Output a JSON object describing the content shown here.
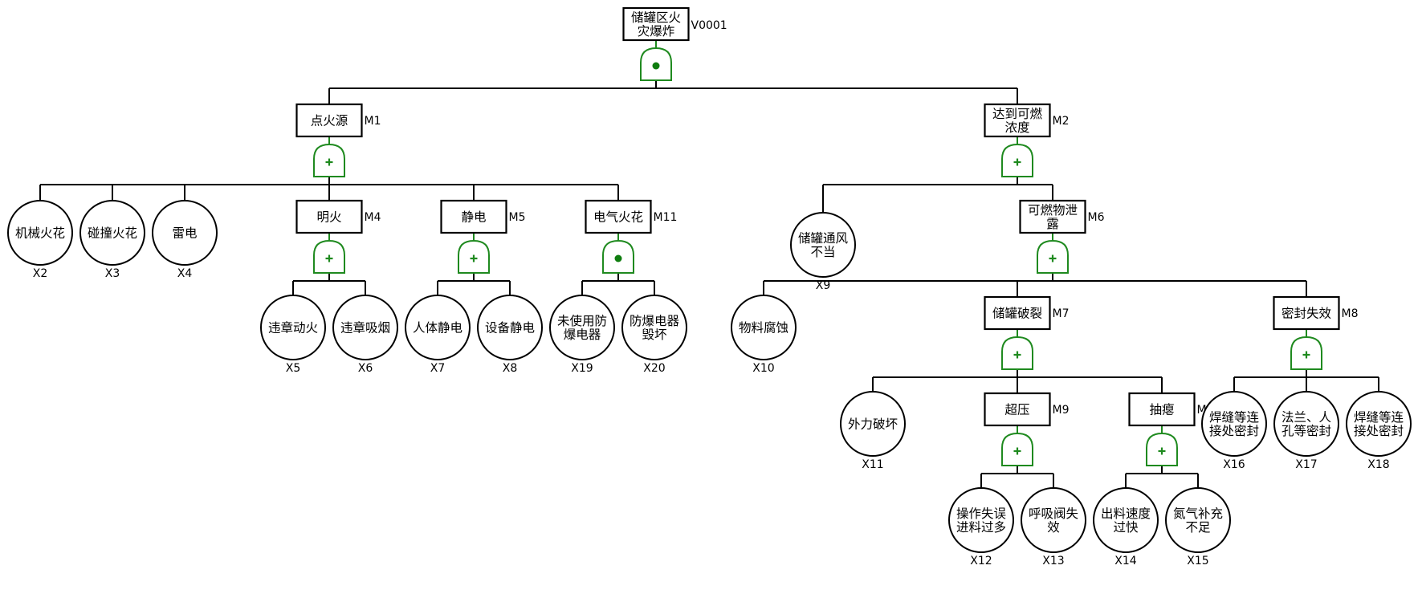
{
  "diagram": {
    "type": "fault-tree",
    "colors": {
      "gate": "#1f8a1f",
      "gate_symbol": "#0f7d0f",
      "line": "#000000",
      "background": "#ffffff"
    },
    "events": [
      {
        "id": "V0001",
        "kind": "top",
        "lines": [
          "储罐区火",
          "灾爆炸"
        ],
        "gate": "and"
      },
      {
        "id": "M1",
        "kind": "intermediate",
        "parent": "V0001",
        "lines": [
          "点火源"
        ],
        "gate": "or"
      },
      {
        "id": "M2",
        "kind": "intermediate",
        "parent": "V0001",
        "lines": [
          "达到可燃",
          "浓度"
        ],
        "gate": "or"
      },
      {
        "id": "X2",
        "kind": "basic",
        "parent": "M1",
        "lines": [
          "机械火花"
        ]
      },
      {
        "id": "X3",
        "kind": "basic",
        "parent": "M1",
        "lines": [
          "碰撞火花"
        ]
      },
      {
        "id": "X4",
        "kind": "basic",
        "parent": "M1",
        "lines": [
          "雷电"
        ]
      },
      {
        "id": "M4",
        "kind": "intermediate",
        "parent": "M1",
        "lines": [
          "明火"
        ],
        "gate": "or"
      },
      {
        "id": "M5",
        "kind": "intermediate",
        "parent": "M1",
        "lines": [
          "静电"
        ],
        "gate": "or"
      },
      {
        "id": "M11",
        "kind": "intermediate",
        "parent": "M1",
        "lines": [
          "电气火花"
        ],
        "gate": "and"
      },
      {
        "id": "X5",
        "kind": "basic",
        "parent": "M4",
        "lines": [
          "违章动火"
        ]
      },
      {
        "id": "X6",
        "kind": "basic",
        "parent": "M4",
        "lines": [
          "违章吸烟"
        ]
      },
      {
        "id": "X7",
        "kind": "basic",
        "parent": "M5",
        "lines": [
          "人体静电"
        ]
      },
      {
        "id": "X8",
        "kind": "basic",
        "parent": "M5",
        "lines": [
          "设备静电"
        ]
      },
      {
        "id": "X19",
        "kind": "basic",
        "parent": "M11",
        "lines": [
          "未使用防",
          "爆电器"
        ]
      },
      {
        "id": "X20",
        "kind": "basic",
        "parent": "M11",
        "lines": [
          "防爆电器",
          "毁坏"
        ]
      },
      {
        "id": "X9",
        "kind": "basic",
        "parent": "M2",
        "lines": [
          "储罐通风",
          "不当"
        ]
      },
      {
        "id": "M6",
        "kind": "intermediate",
        "parent": "M2",
        "lines": [
          "可燃物泄",
          "露"
        ],
        "gate": "or"
      },
      {
        "id": "X10",
        "kind": "basic",
        "parent": "M6",
        "lines": [
          "物料腐蚀"
        ]
      },
      {
        "id": "M7",
        "kind": "intermediate",
        "parent": "M6",
        "lines": [
          "储罐破裂"
        ],
        "gate": "or"
      },
      {
        "id": "M8",
        "kind": "intermediate",
        "parent": "M6",
        "lines": [
          "密封失效"
        ],
        "gate": "or"
      },
      {
        "id": "X11",
        "kind": "basic",
        "parent": "M7",
        "lines": [
          "外力破坏"
        ]
      },
      {
        "id": "M9",
        "kind": "intermediate",
        "parent": "M7",
        "lines": [
          "超压"
        ],
        "gate": "or"
      },
      {
        "id": "M10",
        "kind": "intermediate",
        "parent": "M7",
        "lines": [
          "抽瘪"
        ],
        "gate": "or"
      },
      {
        "id": "X12",
        "kind": "basic",
        "parent": "M9",
        "lines": [
          "操作失误",
          "进料过多"
        ]
      },
      {
        "id": "X13",
        "kind": "basic",
        "parent": "M9",
        "lines": [
          "呼吸阀失",
          "效"
        ]
      },
      {
        "id": "X14",
        "kind": "basic",
        "parent": "M10",
        "lines": [
          "出料速度",
          "过快"
        ]
      },
      {
        "id": "X15",
        "kind": "basic",
        "parent": "M10",
        "lines": [
          "氮气补充",
          "不足"
        ]
      },
      {
        "id": "X16",
        "kind": "basic",
        "parent": "M8",
        "lines": [
          "焊缝等连",
          "接处密封"
        ]
      },
      {
        "id": "X17",
        "kind": "basic",
        "parent": "M8",
        "lines": [
          "法兰、人",
          "孔等密封"
        ]
      },
      {
        "id": "X18",
        "kind": "basic",
        "parent": "M8",
        "lines": [
          "焊缝等连",
          "接处密封"
        ]
      }
    ]
  }
}
